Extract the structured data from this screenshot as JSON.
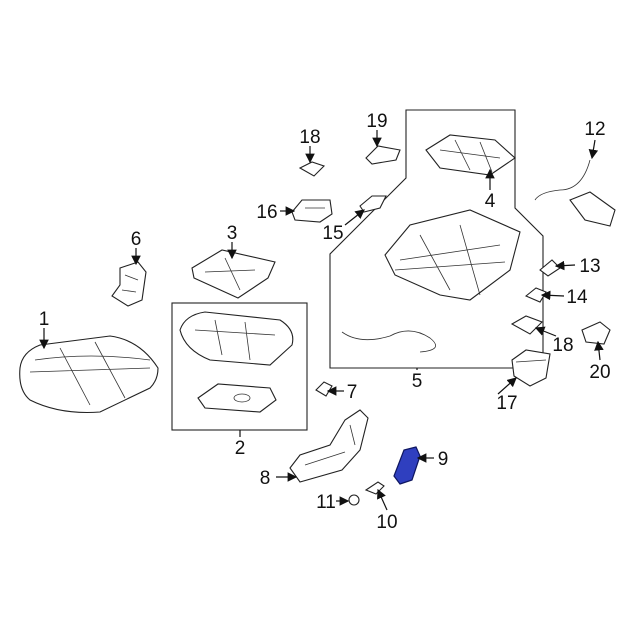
{
  "diagram": {
    "title": "Seat cushion assembly parts diagram",
    "highlight_color": "#2f3fbf",
    "highlighted_part": "9",
    "callouts": [
      "1",
      "2",
      "3",
      "4",
      "5",
      "6",
      "7",
      "8",
      "9",
      "10",
      "11",
      "12",
      "13",
      "14",
      "15",
      "16",
      "17",
      "18",
      "18",
      "19",
      "20"
    ]
  }
}
